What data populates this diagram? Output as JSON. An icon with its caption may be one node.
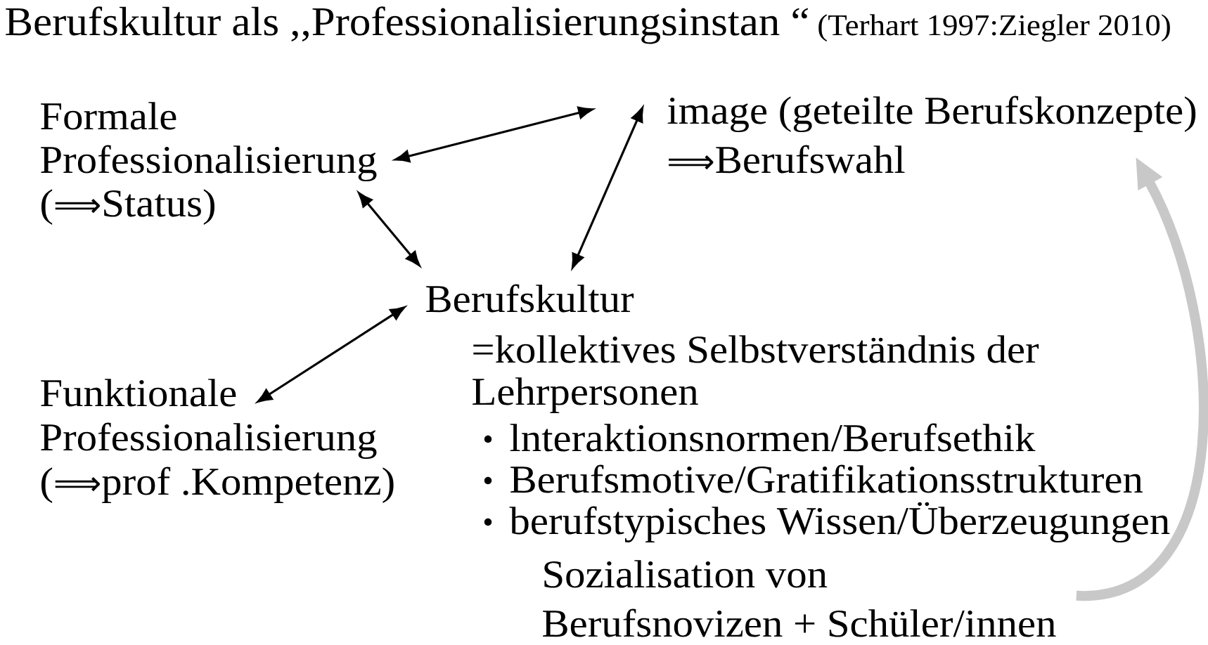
{
  "diagram": {
    "title": "Berufskultur als ,,Professionalisierungsinstan “",
    "nodes": [
      {
        "text": [
          "Formale Professionalisierung (⟹Status)"
        ]
      },
      {
        "text": [
          "image (geteilte Berufskonzepte) ⟹Berufswahl"
        ]
      },
      {
        "text": [
          "Berufskultur",
          "=kollektives Selbstverständnis der Lehrpersonen",
          "lnteraktionsnormen/Berufsethik",
          "Berufsmotive/Gratifikationsstrukturen",
          "berufstypisches Wissen/Überzeugungen"
        ]
      },
      {
        "text": [
          "Funktionale Professionalisierung (⟹prof .Kompetenz)"
        ]
      },
      {
        "text": [
          "Sozialisation von Berufsnovizen + Schüler/innen"
        ]
      }
    ],
    "edges": [
      {
        "from": 0,
        "to": 1,
        "arrow": "both"
      },
      {
        "from": 0,
        "to": 2,
        "arrow": "both"
      },
      {
        "from": 1,
        "to": 2,
        "arrow": "both"
      },
      {
        "from": 3,
        "to": 2,
        "arrow": "both"
      },
      {
        "from": 4,
        "to": 1,
        "arrow": "to",
        "style": "thick",
        "color": "#c8c8c8"
      }
    ],
    "labels": [
      "(Terhart 1997:Ziegler 2010)"
    ]
  }
}
